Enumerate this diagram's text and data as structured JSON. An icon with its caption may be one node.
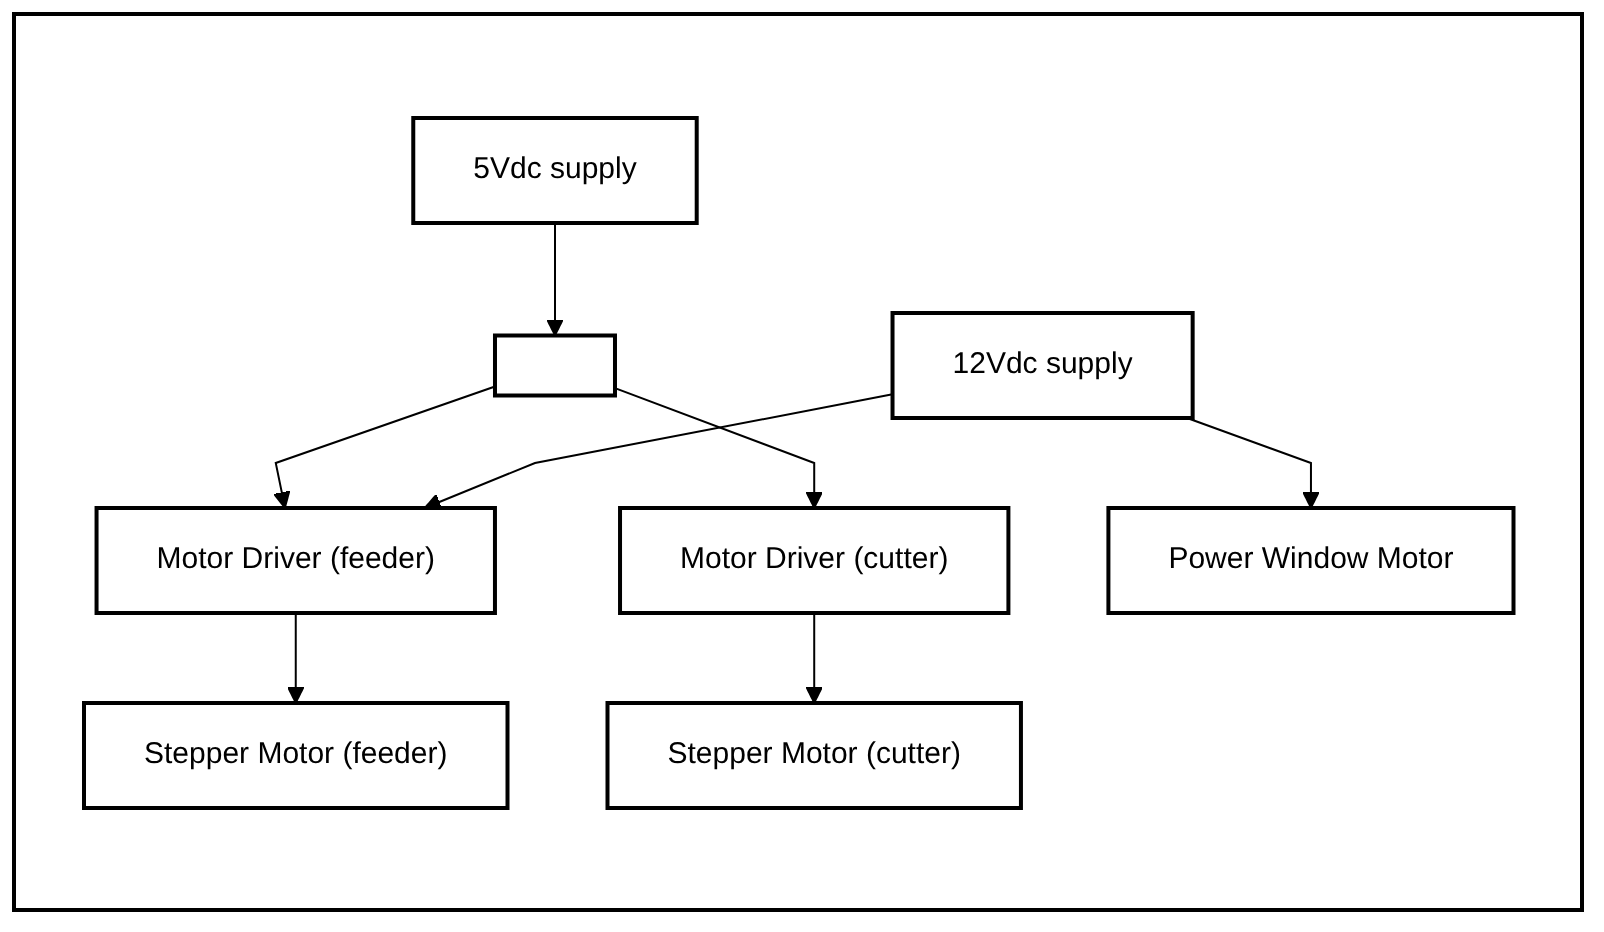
{
  "diagram": {
    "nodes": [
      {
        "text": [
          "5Vdc supply"
        ]
      },
      {
        "text": [],
        "shape": "box"
      },
      {
        "text": [
          "12Vdc supply"
        ]
      },
      {
        "text": [
          "Motor Driver (feeder)"
        ]
      },
      {
        "text": [
          "Motor Driver (cutter)"
        ]
      },
      {
        "text": [
          "Power Window Motor"
        ]
      },
      {
        "text": [
          "Stepper Motor (feeder)"
        ]
      },
      {
        "text": [
          "Stepper Motor (cutter)"
        ]
      }
    ],
    "edges": [
      {
        "from": 0,
        "to": 1,
        "arrow": "to"
      },
      {
        "from": 1,
        "to": 3,
        "arrow": "to"
      },
      {
        "from": 1,
        "to": 4,
        "arrow": "to"
      },
      {
        "from": 2,
        "to": 3,
        "arrow": "to"
      },
      {
        "from": 2,
        "to": 5,
        "arrow": "to"
      },
      {
        "from": 3,
        "to": 6,
        "arrow": "to"
      },
      {
        "from": 4,
        "to": 7,
        "arrow": "to"
      }
    ]
  }
}
